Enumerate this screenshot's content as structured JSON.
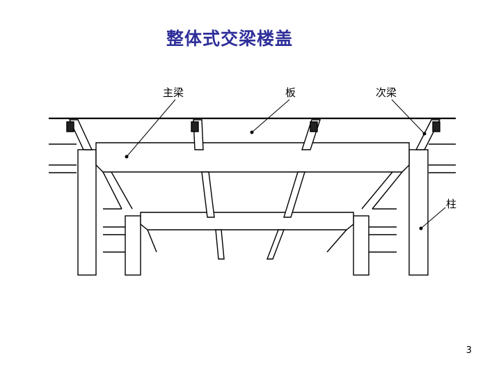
{
  "slide": {
    "title": "整体式交梁楼盖",
    "page_number": "3"
  },
  "labels": {
    "main_beam": "主梁",
    "slab": "板",
    "secondary_beam": "次梁",
    "column": "柱"
  },
  "colors": {
    "title": "#2e2e9a",
    "line": "#000000",
    "background": "#ffffff"
  }
}
